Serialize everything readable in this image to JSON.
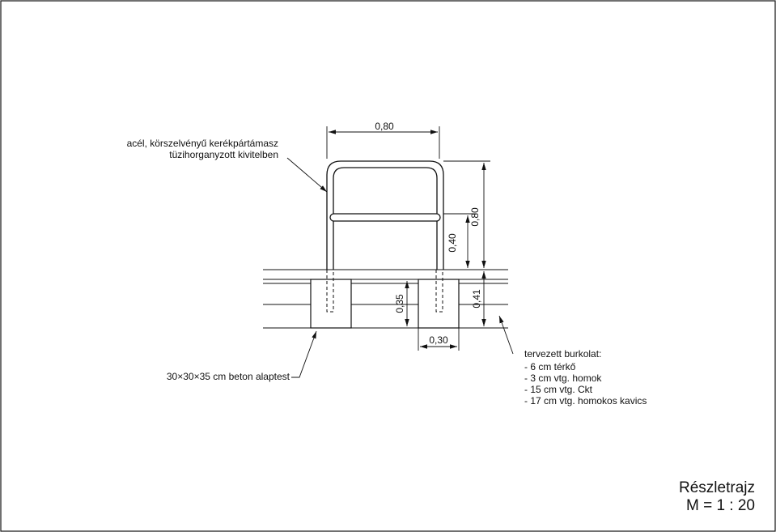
{
  "callouts": {
    "rack_line1": "acél, körszelvényű kerékpártámasz",
    "rack_line2": "tüzihorganyzott kivitelben",
    "foundation": "30×30×35 cm beton alaptest",
    "paving_title": "tervezett burkolat:",
    "paving_layers": [
      "- 6 cm térkő",
      "- 3 cm vtg. homok",
      "- 15 cm vtg. Ckt",
      "- 17 cm vtg. homokos kavics"
    ]
  },
  "dimensions": {
    "rack_width": "0,80",
    "rail_height": "0,40",
    "total_height": "0,80",
    "foundation_depth": "0,35",
    "paving_depth": "0,41",
    "foundation_width": "0,30"
  },
  "title_block": {
    "title": "Részletrajz",
    "scale": "M = 1 : 20"
  },
  "colors": {
    "ink": "#111111",
    "paper": "#ffffff"
  }
}
